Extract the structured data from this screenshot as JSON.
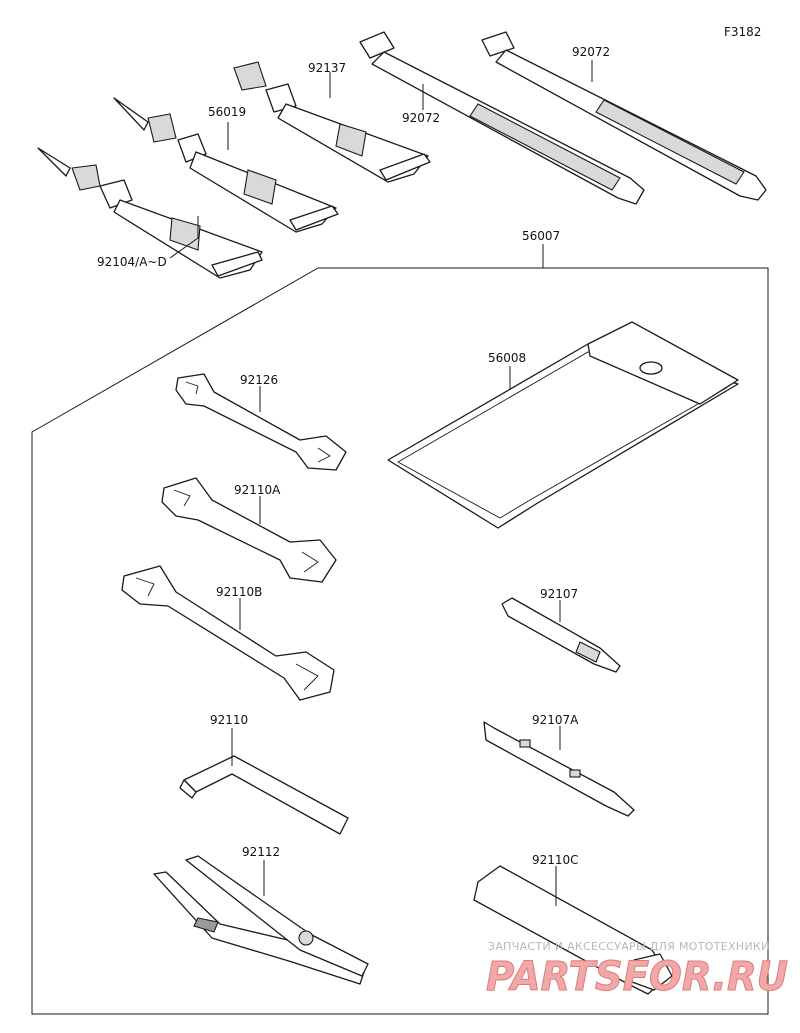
{
  "figure_code": "F3182",
  "group_label": "56007",
  "parts": [
    {
      "id": "92104_A_D",
      "label": "92104/A~D"
    },
    {
      "id": "56019",
      "label": "56019"
    },
    {
      "id": "92137",
      "label": "92137"
    },
    {
      "id": "92072_a",
      "label": "92072"
    },
    {
      "id": "92072_b",
      "label": "92072"
    },
    {
      "id": "56008",
      "label": "56008"
    },
    {
      "id": "92126",
      "label": "92126"
    },
    {
      "id": "92110A",
      "label": "92110A"
    },
    {
      "id": "92110B",
      "label": "92110B"
    },
    {
      "id": "92107",
      "label": "92107"
    },
    {
      "id": "92107A",
      "label": "92107A"
    },
    {
      "id": "92110",
      "label": "92110"
    },
    {
      "id": "92112",
      "label": "92112"
    },
    {
      "id": "92110C",
      "label": "92110C"
    }
  ],
  "watermark": {
    "top_text": "ЗАПЧАСТИ И АКСЕССУАРЫ ДЛЯ МОТОТЕХНИКИ",
    "logo_text": "PARTSFOR.RU"
  }
}
